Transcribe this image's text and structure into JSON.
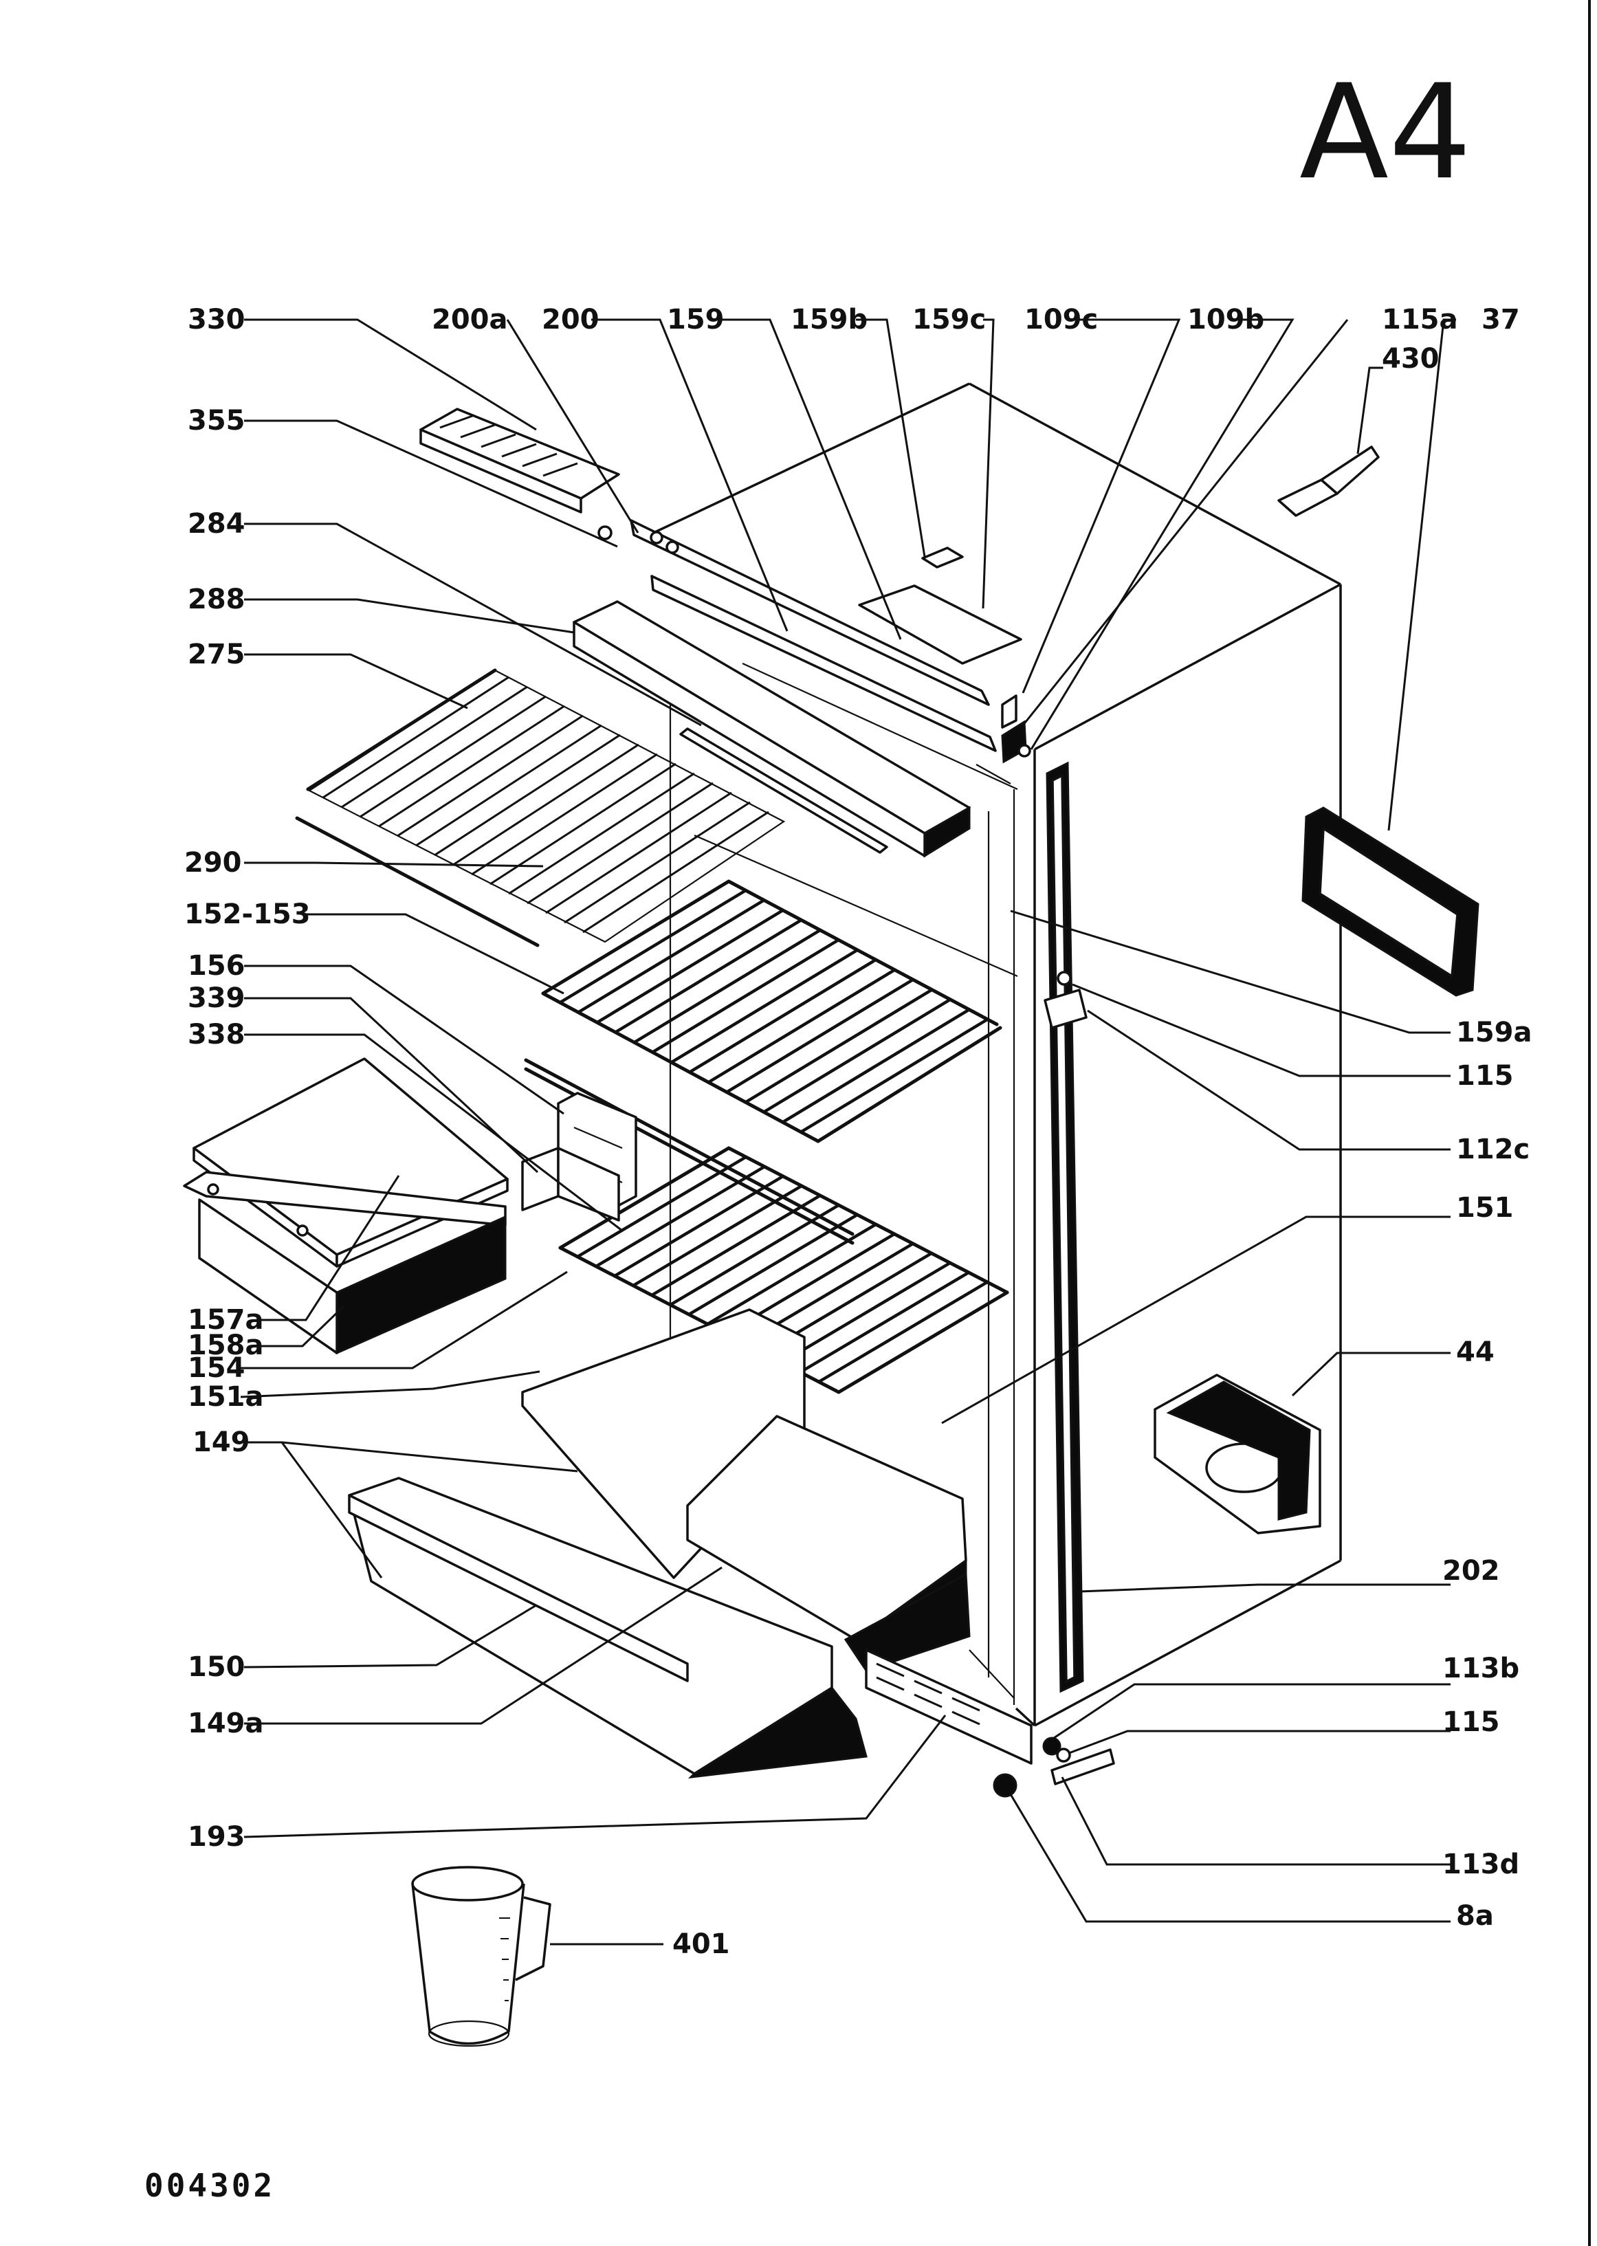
{
  "page_code": "A4",
  "document_number": "004302",
  "labels": {
    "l330": "330",
    "l200a": "200a",
    "l200": "200",
    "l159": "159",
    "l159b": "159b",
    "l159c": "159c",
    "l109c": "109c",
    "l109b": "109b",
    "l115a": "115a",
    "l37": "37",
    "l430": "430",
    "l355": "355",
    "l284": "284",
    "l288": "288",
    "l275": "275",
    "l290": "290",
    "l152_153": "152-153",
    "l156": "156",
    "l339": "339",
    "l338": "338",
    "l157a": "157a",
    "l158a": "158a",
    "l154": "154",
    "l151a": "151a",
    "l149": "149",
    "l150": "150",
    "l149a": "149a",
    "l193": "193",
    "l401": "401",
    "l159a": "159a",
    "l115_top": "115",
    "l112c": "112c",
    "l151": "151",
    "l44": "44",
    "l202": "202",
    "l113b": "113b",
    "l115_bottom": "115",
    "l113d": "113d",
    "l8a": "8a"
  }
}
